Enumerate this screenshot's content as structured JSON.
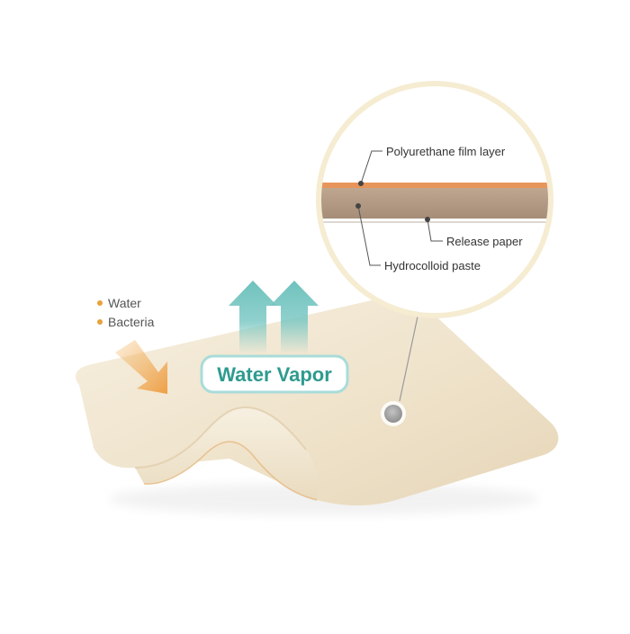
{
  "legend": {
    "items": [
      {
        "label": "Water",
        "color": "#e8a23a"
      },
      {
        "label": "Bacteria",
        "color": "#e8a23a"
      }
    ]
  },
  "water_vapor": {
    "label": "Water Vapor",
    "arrow_color": "#7cc8c4",
    "badge_text_color": "#2e9b8f"
  },
  "callout": {
    "layers": [
      {
        "label": "Polyurethane film layer",
        "color": "#e7955a"
      },
      {
        "label": "Hydrocolloid paste",
        "color": "#b8a08c"
      },
      {
        "label": "Release paper",
        "color": "#ffffff"
      }
    ]
  },
  "colors": {
    "pad": "#f0e6d2",
    "pad_shadow": "#e2d4bb",
    "blocked_arrow": "#f0b064",
    "callout_ring": "#f5ecd2",
    "label_text": "#333333"
  }
}
